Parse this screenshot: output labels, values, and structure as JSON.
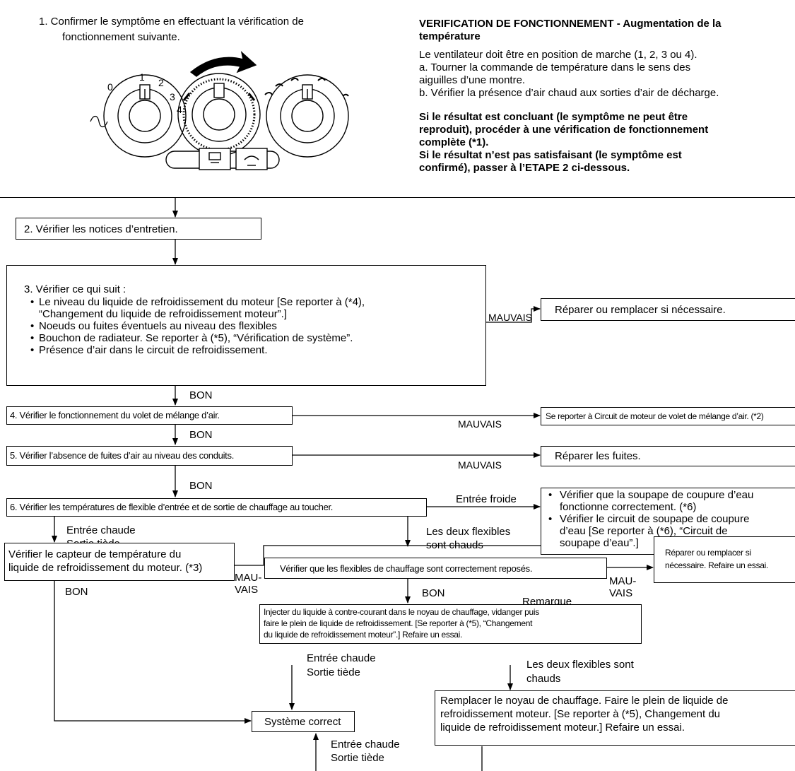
{
  "step1": {
    "line1": "1.  Confirmer le symptôme en effectuant la vérification de",
    "line2": "fonctionnement suivante.",
    "panel": {
      "fan_dial": [
        "0",
        "1",
        "2",
        "3",
        "4"
      ],
      "rear_defrost_label": "rear-defroster-icon",
      "recirc_label": "recirculation-icon"
    },
    "check_title_1": "VERIFICATION DE FONCTIONNEMENT - Augmentation de la",
    "check_title_2": "température",
    "check_p1": "Le ventilateur doit être en position de marche (1, 2, 3 ou 4).",
    "check_a1": "a.   Tourner la commande de température dans le sens des",
    "check_a2": "aiguilles d’une montre.",
    "check_b": "b.   Vérifier la présence d’air chaud aux sorties d’air de décharge.",
    "ok_1": "Si le résultat est concluant (le symptôme ne peut être",
    "ok_2": "reproduit), procéder à une vérification de fonctionnement",
    "ok_3": "complète (*1).",
    "nok_1": "Si le résultat n’est pas satisfaisant (le symptôme est",
    "nok_2": "confirmé), passer à l’ETAPE 2 ci-dessous."
  },
  "step2": {
    "text": "2.   Vérifier les notices d’entretien."
  },
  "step3": {
    "title": "3.   Vérifier ce qui suit :",
    "b1_1": "Le niveau du liquide de refroidissement du moteur [Se reporter à (*4),",
    "b1_2": "“Changement du liquide de refroidissement moteur”.]",
    "b2": "Noeuds ou fuites éventuels au niveau des flexibles",
    "b3": "Bouchon de radiateur. Se reporter à (*5), “Vérification de système”.",
    "b4": "Présence d’air dans le circuit de refroidissement.",
    "bad_label": "MAUVAIS",
    "bad_action": "Réparer ou remplacer si nécessaire.",
    "good_label": "BON"
  },
  "step4": {
    "text": "4. Vérifier le fonctionnement du volet de mélange d’air.",
    "bad_label": "MAUVAIS",
    "bad_action": "Se reporter à Circuit de moteur de volet de mélange d’air. (*2)",
    "good_label": "BON"
  },
  "step5": {
    "text": "5. Vérifier l’absence de fuites d’air au niveau des conduits.",
    "bad_label": "MAUVAIS",
    "bad_action": "Réparer les fuites.",
    "good_label": "BON"
  },
  "step6": {
    "text": "6. Vérifier les températures de flexible d’entrée et de sortie de chauffage au toucher.",
    "cold_label": "Entrée froide",
    "cold_b1_1": "Vérifier que la soupape de coupure d’eau",
    "cold_b1_2": "fonctionne correctement. (*6)",
    "cold_b2_1": "Vérifier le circuit de soupape de coupure",
    "cold_b2_2": "d’eau [Se reporter à (*6), “Circuit de",
    "cold_b2_3": "soupape d’eau”.]",
    "hot_warm_1": "Entrée chaude",
    "hot_warm_2": "Sortie tiède",
    "both_hot_1": "Les deux flexibles",
    "both_hot_2": "sont chauds"
  },
  "sensor": {
    "line1": "Vérifier le capteur de température du",
    "line2": "liquide de refroidissement du moteur. (*3)",
    "bad_1": "MAU-",
    "bad_2": "VAIS",
    "good_label": "BON"
  },
  "hoses": {
    "text": "Vérifier que les flexibles de chauffage sont correctement reposés.",
    "bad_1": "MAU-",
    "bad_2": "VAIS",
    "good_label": "BON",
    "note": "Remarque"
  },
  "repair": {
    "line1": "Réparer ou remplacer si",
    "line2": "nécessaire. Refaire un essai."
  },
  "flush": {
    "line1": "Injecter du liquide à contre-courant dans le noyau de chauffage, vidanger puis",
    "line2": "faire le plein de liquide de refroidissement. [Se reporter à (*5), “Changement",
    "line3": "du liquide de refroidissement moteur”.] Refaire un essai.",
    "hot_warm_1": "Entrée chaude",
    "hot_warm_2": "Sortie tiède",
    "both_hot_1": "Les deux flexibles sont",
    "both_hot_2": "chauds"
  },
  "system_ok": {
    "text": "Système correct"
  },
  "core": {
    "line1": "Remplacer le noyau de chauffage. Faire le plein de liquide de",
    "line2": "refroidissement moteur. [Se reporter à (*5), Changement du",
    "line3": "liquide de refroidissement moteur.]   Refaire un essai.",
    "hot_warm_1": "Entrée chaude",
    "hot_warm_2": "Sortie tiède"
  }
}
